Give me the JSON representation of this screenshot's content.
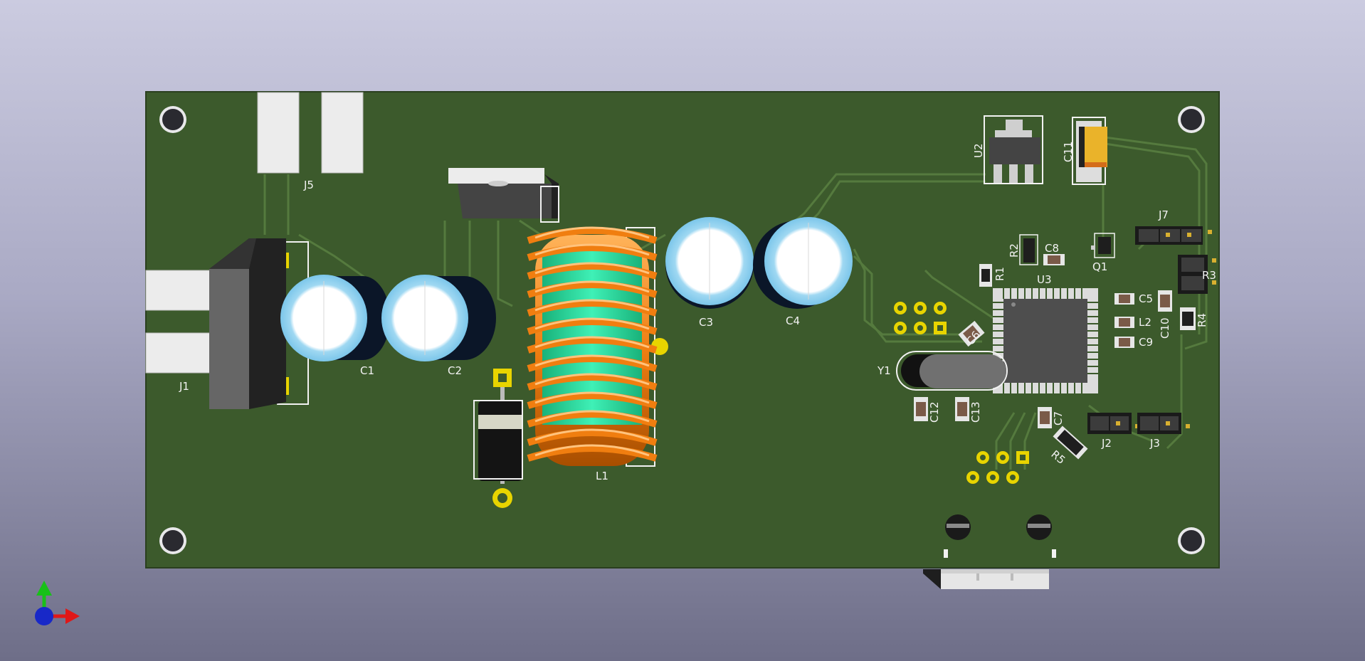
{
  "board": {
    "colors": {
      "substrate": "#3c5a2c",
      "copper_trace": "#557a3e",
      "pad_gold": "#e8d400",
      "silkscreen": "#f2f2f2"
    },
    "references": {
      "J1": "J1",
      "J5": "J5",
      "C1": "C1",
      "C2": "C2",
      "C3": "C3",
      "C4": "C4",
      "L1": "L1",
      "U2": "U2",
      "C11": "C11",
      "J7": "J7",
      "R2": "R2",
      "C8": "C8",
      "Q1": "Q1",
      "R1": "R1",
      "U3": "U3",
      "R3": "R3",
      "C5": "C5",
      "C10": "C10",
      "L2": "L2",
      "C9": "C9",
      "R4": "R4",
      "C6": "C6",
      "Y1": "Y1",
      "C12": "C12",
      "C13": "C13",
      "C7": "C7",
      "R5": "R5",
      "J2": "J2",
      "J3": "J3"
    }
  },
  "axes": {
    "x_color": "#e01818",
    "y_color": "#18c018",
    "z_color": "#1828c8"
  }
}
